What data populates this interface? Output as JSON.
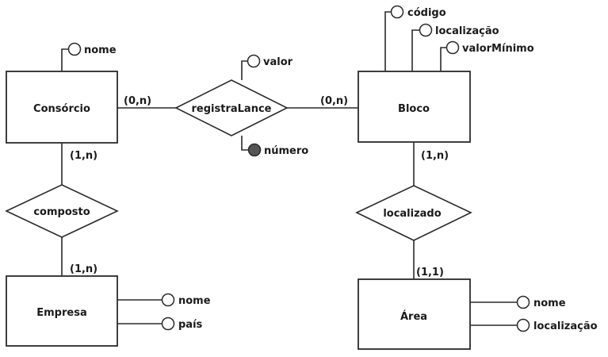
{
  "colors": {
    "stroke": "#2a2a2a",
    "fill": "#ffffff",
    "identifier": "#555555",
    "text": "#1a1a1a"
  },
  "entities": {
    "consorcio": "Consórcio",
    "empresa": "Empresa",
    "bloco": "Bloco",
    "area": "Área"
  },
  "relationships": {
    "registra_lance": "registraLance",
    "composto": "composto",
    "localizado": "localizado"
  },
  "attributes": {
    "consorcio_nome": "nome",
    "empresa_nome": "nome",
    "empresa_pais": "país",
    "bloco_codigo": "código",
    "bloco_localizacao": "localização",
    "bloco_valor_minimo": "valorMínimo",
    "area_nome": "nome",
    "area_localizacao": "localização",
    "lance_valor": "valor",
    "lance_numero": "número"
  },
  "cardinalities": {
    "consorcio_lance": "(0,n)",
    "bloco_lance": "(0,n)",
    "consorcio_composto": "(1,n)",
    "empresa_composto": "(1,n)",
    "bloco_localizado": "(1,n)",
    "area_localizado": "(1,1)"
  }
}
